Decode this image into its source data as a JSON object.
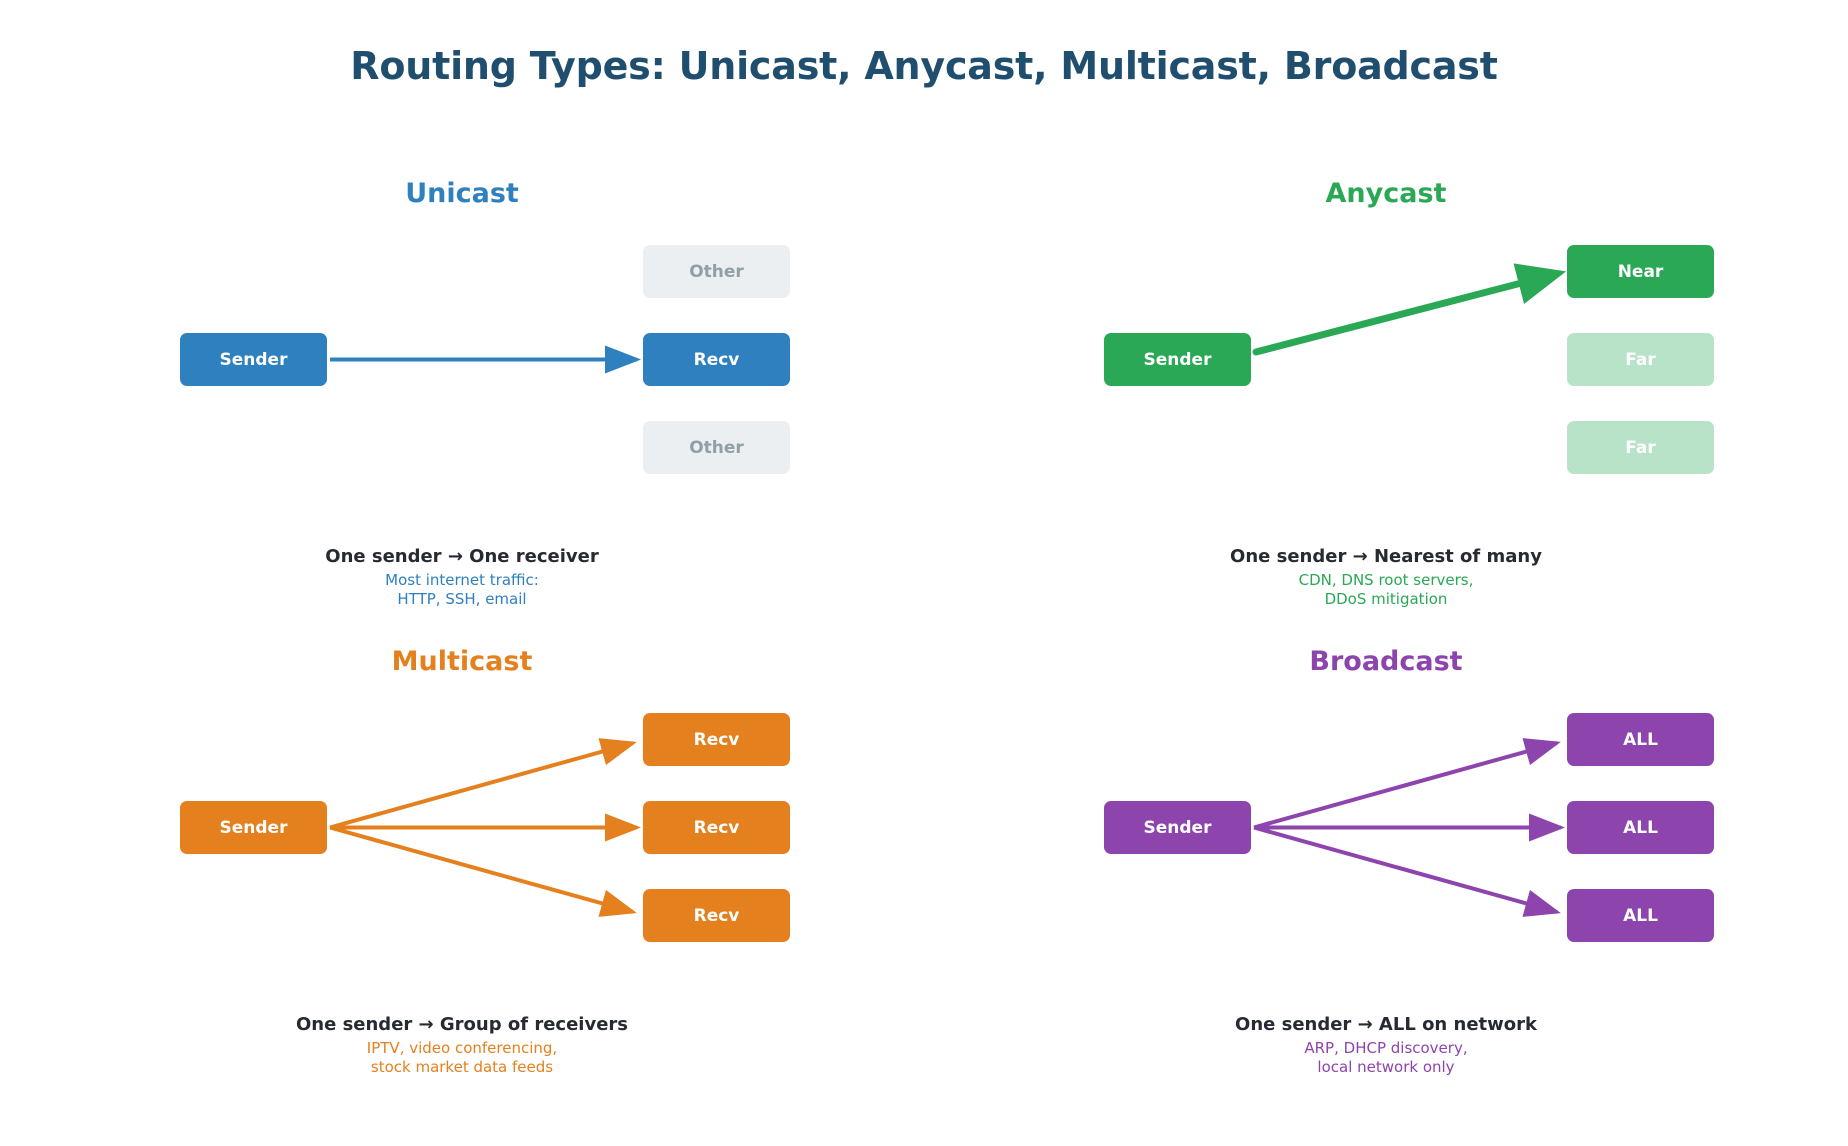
{
  "title": "Routing Types: Unicast, Anycast, Multicast, Broadcast",
  "title_color": "#1f4e6e",
  "panels": [
    {
      "key": "unicast",
      "heading": "Unicast",
      "color": "#2e80bf",
      "sender_label": "Sender",
      "targets": [
        {
          "label": "Other",
          "state": "inactive"
        },
        {
          "label": "Recv",
          "state": "active"
        },
        {
          "label": "Other",
          "state": "inactive"
        }
      ],
      "caption_main": "One sender → One receiver",
      "caption_sub_line1": "Most internet traffic:",
      "caption_sub_line2": "HTTP, SSH, email"
    },
    {
      "key": "anycast",
      "heading": "Anycast",
      "color": "#2aa855",
      "sender_label": "Sender",
      "targets": [
        {
          "label": "Near",
          "state": "active"
        },
        {
          "label": "Far",
          "state": "inactive"
        },
        {
          "label": "Far",
          "state": "inactive"
        }
      ],
      "caption_main": "One sender → Nearest of many",
      "caption_sub_line1": "CDN, DNS root servers,",
      "caption_sub_line2": "DDoS mitigation"
    },
    {
      "key": "multicast",
      "heading": "Multicast",
      "color": "#e4801d",
      "sender_label": "Sender",
      "targets": [
        {
          "label": "Recv",
          "state": "active"
        },
        {
          "label": "Recv",
          "state": "active"
        },
        {
          "label": "Recv",
          "state": "active"
        }
      ],
      "caption_main": "One sender → Group of receivers",
      "caption_sub_line1": "IPTV, video conferencing,",
      "caption_sub_line2": "stock market data feeds"
    },
    {
      "key": "broadcast",
      "heading": "Broadcast",
      "color": "#8e44ad",
      "sender_label": "Sender",
      "targets": [
        {
          "label": "ALL",
          "state": "active"
        },
        {
          "label": "ALL",
          "state": "active"
        },
        {
          "label": "ALL",
          "state": "active"
        }
      ],
      "caption_main": "One sender → ALL on network",
      "caption_sub_line1": "ARP, DHCP discovery,",
      "caption_sub_line2": "local network only"
    }
  ]
}
